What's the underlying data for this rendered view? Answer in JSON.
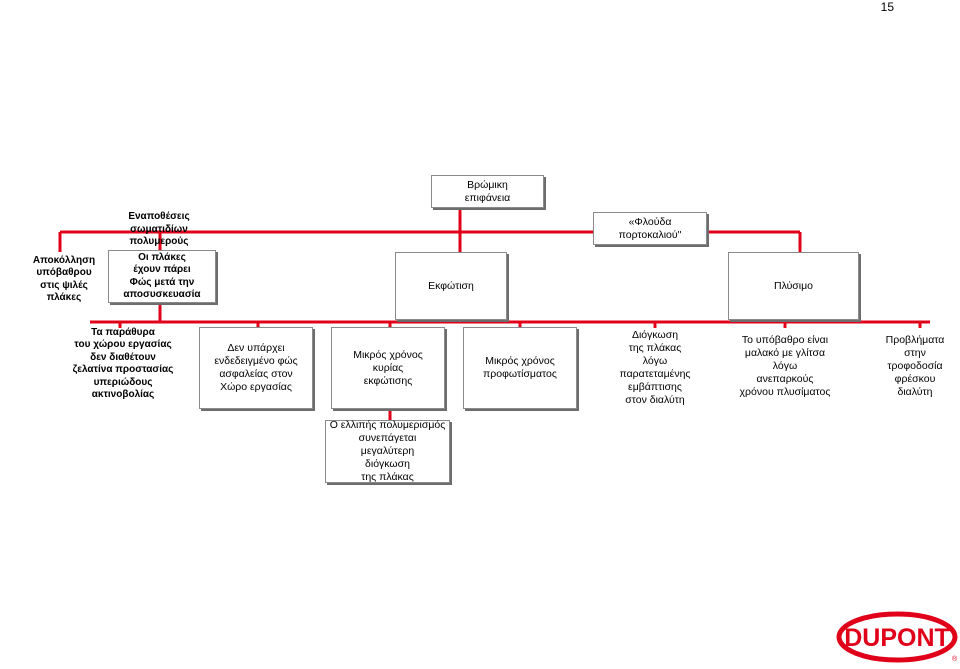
{
  "page": {
    "number": "15"
  },
  "colors": {
    "connector": "#e0001a",
    "box_border": "#8a8a8a",
    "logo": "#e0001a"
  },
  "logo": {
    "text": "DUPONT",
    "icon": "dupont-oval-logo"
  },
  "nodes": {
    "root": "Βρώμικη\nεπιφάνεια",
    "exposure": "Εκφώτιση",
    "orange_peel": "«Φλούδα\nπορτοκαλιού\"",
    "washing": "Πλύσιμο",
    "adhesion": "Αποκόλληση\nυπόβαθρου\nστις ψιλές\nπλάκες",
    "particles": "Εναποθέσεις\nσωματιδίων\nπολυμερούς",
    "plates_light": "Οι πλάκες\nέχουν πάρει\nΦώς μετά την\nαποσυσκευασία",
    "windows": "Τα παράθυρα\nτου χώρου εργασίας\nδεν διαθέτουν\nζελατίνα προστασίας\nυπεριώδους\nακτινοβολίας",
    "safe_light": "Δεν υπάρχει\nενδεδειγμένο φώς\nασφαλείας στον\nΧώρο εργασίας",
    "short_main": "Μικρός χρόνος\nκυρίας\nεκφώτισης",
    "short_pre": "Μικρός  χρόνος\nπροφωτίσματος",
    "swelling": "Διόγκωση\nτης πλάκας\nλόγω\nπαρατεταμένης\nεμβάπτισης\nστον διαλύτη",
    "soft_substrate": "Το υπόβαθρο είναι\nμαλακό με γλίτσα\nλόγω\nανεπαρκούς\nχρόνου πλυσίματος",
    "feed_problems": "Προβλήματα\nστην\nτροφοδοσία\nφρέσκου\nδιαλύτη",
    "incomplete_poly": "Ο ελλιπής πολυμερισμός\nσυνεπάγεται\nμεγαλύτερη\nδιόγκωση\nτης πλάκας"
  }
}
